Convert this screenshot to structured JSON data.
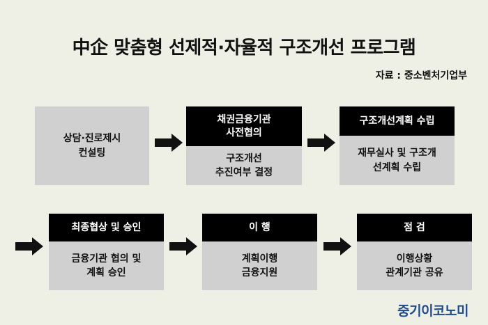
{
  "title": "中企 맞춤형 선제적·자율적 구조개선 프로그램",
  "source": "자료 : 중소벤처기업부",
  "steps": [
    {
      "head": "",
      "body": "상담·진로제시\n컨설팅"
    },
    {
      "head": "채권금융기관\n사전협의",
      "body": "구조개선\n추진여부 결정"
    },
    {
      "head": "구조개선계획 수립",
      "body": "재무실사 및 구조개\n선계획 수립"
    },
    {
      "head": "최종협상 및 승인",
      "body": "금융기관 협의 및\n계획 승인"
    },
    {
      "head": "이 행",
      "body": "계획이행\n금융지원"
    },
    {
      "head": "점 검",
      "body": "이행상황\n관계기관 공유"
    }
  ],
  "brand": "중기이코노미"
}
